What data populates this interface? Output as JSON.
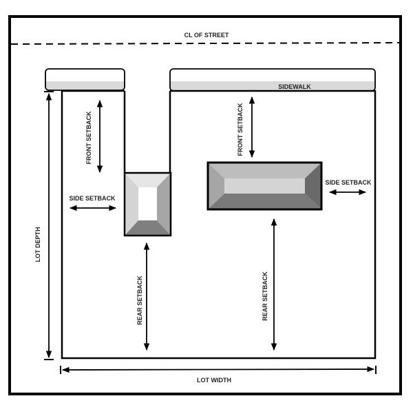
{
  "diagram": {
    "street_centerline_label": "CL OF STREET",
    "sidewalk_label": "SIDEWALK",
    "lot_depth_label": "LOT DEPTH",
    "lot_width_label": "LOT WIDTH",
    "building_small": {
      "front_setback_label": "FRONT SETBACK",
      "side_setback_label": "SIDE SETBACK",
      "rear_setback_label": "REAR SETBACK"
    },
    "building_large": {
      "front_setback_label": "FRONT SETBACK",
      "side_setback_label": "SIDE SETBACK",
      "rear_setback_label": "REAR SETBACK"
    }
  },
  "colors": {
    "line": "#000000",
    "sidewalk": "#d9d9d9",
    "roof_light": "#d4d4d4",
    "roof_mid": "#a6a6a6",
    "roof_dark": "#7a7a7a",
    "roof_darker": "#6a6a6a",
    "roof_top": "#bdbdbd"
  }
}
